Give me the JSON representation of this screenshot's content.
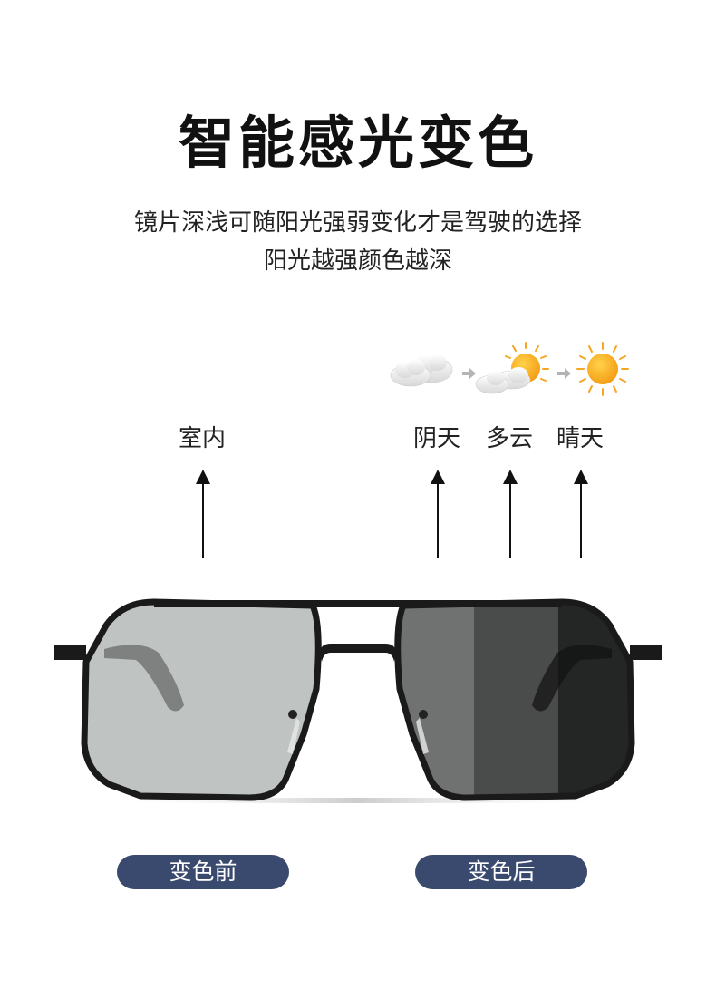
{
  "heading": {
    "title": "智能感光变色",
    "subtitle_line1": "镜片深浅可随阳光强弱变化才是驾驶的选择",
    "subtitle_line2": "阳光越强颜色越深"
  },
  "weather_icons": [
    {
      "name": "cloud-icon",
      "meaning": "cloudy"
    },
    {
      "name": "arrow-right-icon"
    },
    {
      "name": "partly-cloudy-icon",
      "meaning": "partly cloudy"
    },
    {
      "name": "arrow-right-icon"
    },
    {
      "name": "sun-icon",
      "meaning": "sunny"
    }
  ],
  "conditions": [
    {
      "label": "室内"
    },
    {
      "label": "阴天"
    },
    {
      "label": "多云"
    },
    {
      "label": "晴天"
    }
  ],
  "lens_colors": {
    "indoor": "#bfc3c1",
    "overcast": "#707271",
    "cloudy": "#4a4b4b",
    "sunny": "#242525",
    "frame": "#1a1a1a"
  },
  "badges": {
    "before": "变色前",
    "after": "变色后",
    "color": "#3a4a6f"
  }
}
